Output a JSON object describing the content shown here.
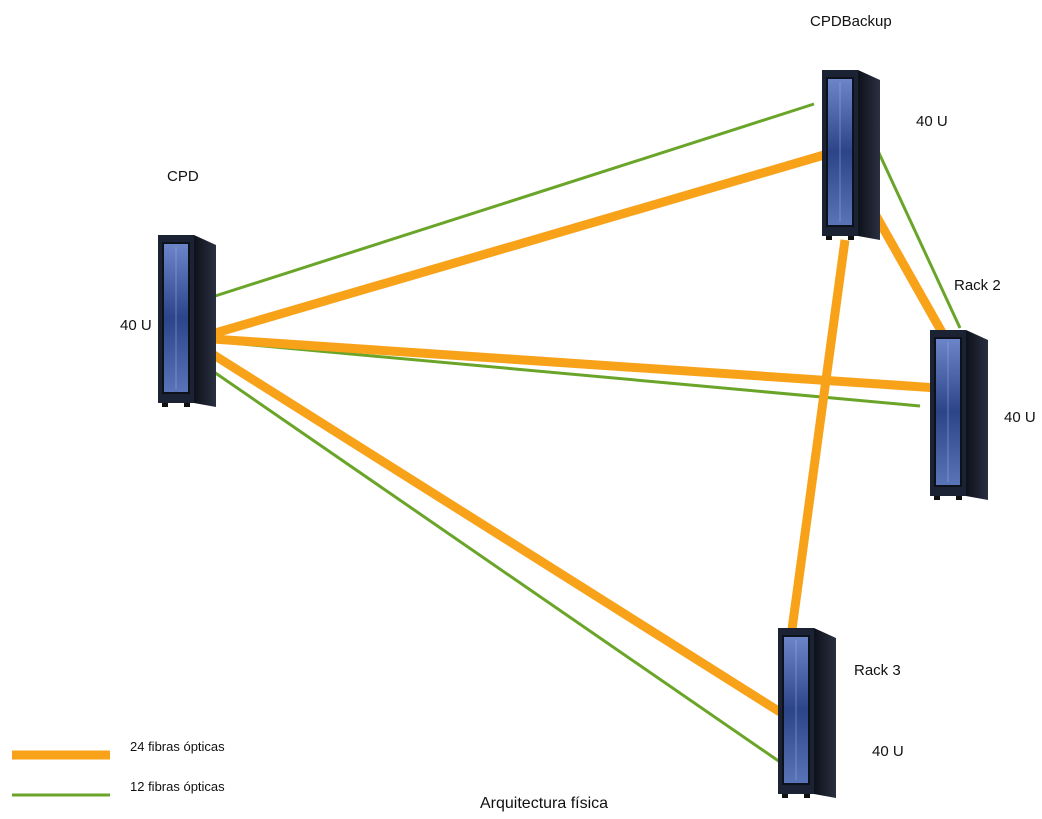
{
  "diagram": {
    "caption": "Arquitectura física",
    "racks": [
      {
        "id": "cpd",
        "name": "CPD",
        "capacity": "40 U"
      },
      {
        "id": "backup",
        "name": "CPDBackup",
        "capacity": "40 U"
      },
      {
        "id": "rack2",
        "name": "Rack 2",
        "capacity": "40 U"
      },
      {
        "id": "rack3",
        "name": "Rack 3",
        "capacity": "40 U"
      }
    ],
    "links": [
      {
        "from": "cpd",
        "to": "backup",
        "type": "fiber24"
      },
      {
        "from": "cpd",
        "to": "backup",
        "type": "fiber12"
      },
      {
        "from": "cpd",
        "to": "rack2",
        "type": "fiber24"
      },
      {
        "from": "cpd",
        "to": "rack2",
        "type": "fiber12"
      },
      {
        "from": "cpd",
        "to": "rack3",
        "type": "fiber24"
      },
      {
        "from": "cpd",
        "to": "rack3",
        "type": "fiber12"
      },
      {
        "from": "backup",
        "to": "rack2",
        "type": "fiber24"
      },
      {
        "from": "backup",
        "to": "rack2",
        "type": "fiber12"
      },
      {
        "from": "backup",
        "to": "rack3",
        "type": "fiber24"
      }
    ]
  },
  "legend": {
    "items": [
      {
        "type": "fiber24",
        "label": "24 fibras ópticas"
      },
      {
        "type": "fiber12",
        "label": "12 fibras ópticas"
      }
    ]
  },
  "colors": {
    "fiber24": "#f8a21a",
    "fiber12": "#6aa52a",
    "rack_body": "#1b2233",
    "rack_glass": "#3a5aa8"
  }
}
